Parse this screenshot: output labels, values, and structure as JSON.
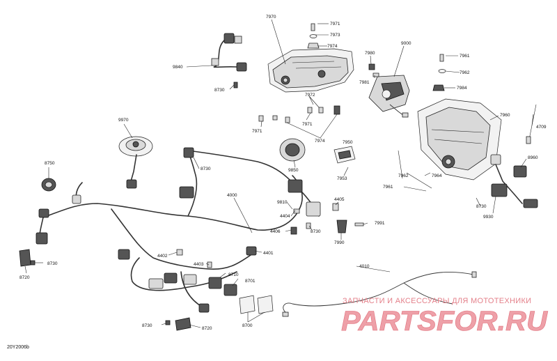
{
  "diagram_id": "20Y2006b",
  "watermark": {
    "tagline": "ЗАПЧАСТИ И АКСЕССУАРЫ ДЛЯ МОТОТЕХНИКИ",
    "brand": "PARTSFOR.RU"
  },
  "part_labels": {
    "p7970": "7970",
    "p7971a": "7971",
    "p7973": "7973",
    "p7974a": "7974",
    "p9840": "9840",
    "p8730a": "8730",
    "p7980": "7980",
    "p9000": "9000",
    "p7961a": "7961",
    "p7962a": "7962",
    "p7984": "7984",
    "p7981": "7981",
    "p7972": "7972",
    "p7971b": "7971",
    "p7971c": "7971",
    "p7974b": "7974",
    "p7960": "7960",
    "p4709": "4709",
    "p9970": "9970",
    "p8730b": "8730",
    "p9850": "9850",
    "p7950": "7950",
    "p7953": "7953",
    "p8960": "8960",
    "p7962b": "7962",
    "p7964": "7964",
    "p7961b": "7961",
    "p8750": "8750",
    "p4000": "4000",
    "p9810": "9810",
    "p4405": "4405",
    "p4404": "4404",
    "p4406": "4406",
    "p8730c": "8730",
    "p8730d": "8730",
    "p9930": "9930",
    "p7991": "7991",
    "p7990": "7990",
    "p4401": "4401",
    "p4402": "4402",
    "p4403": "4403",
    "p8730e": "8730",
    "p8720a": "8720",
    "p8710": "8710",
    "p8701": "8701",
    "p4010": "4010",
    "p8730f": "8730",
    "p8720b": "8720",
    "p8700": "8700"
  }
}
